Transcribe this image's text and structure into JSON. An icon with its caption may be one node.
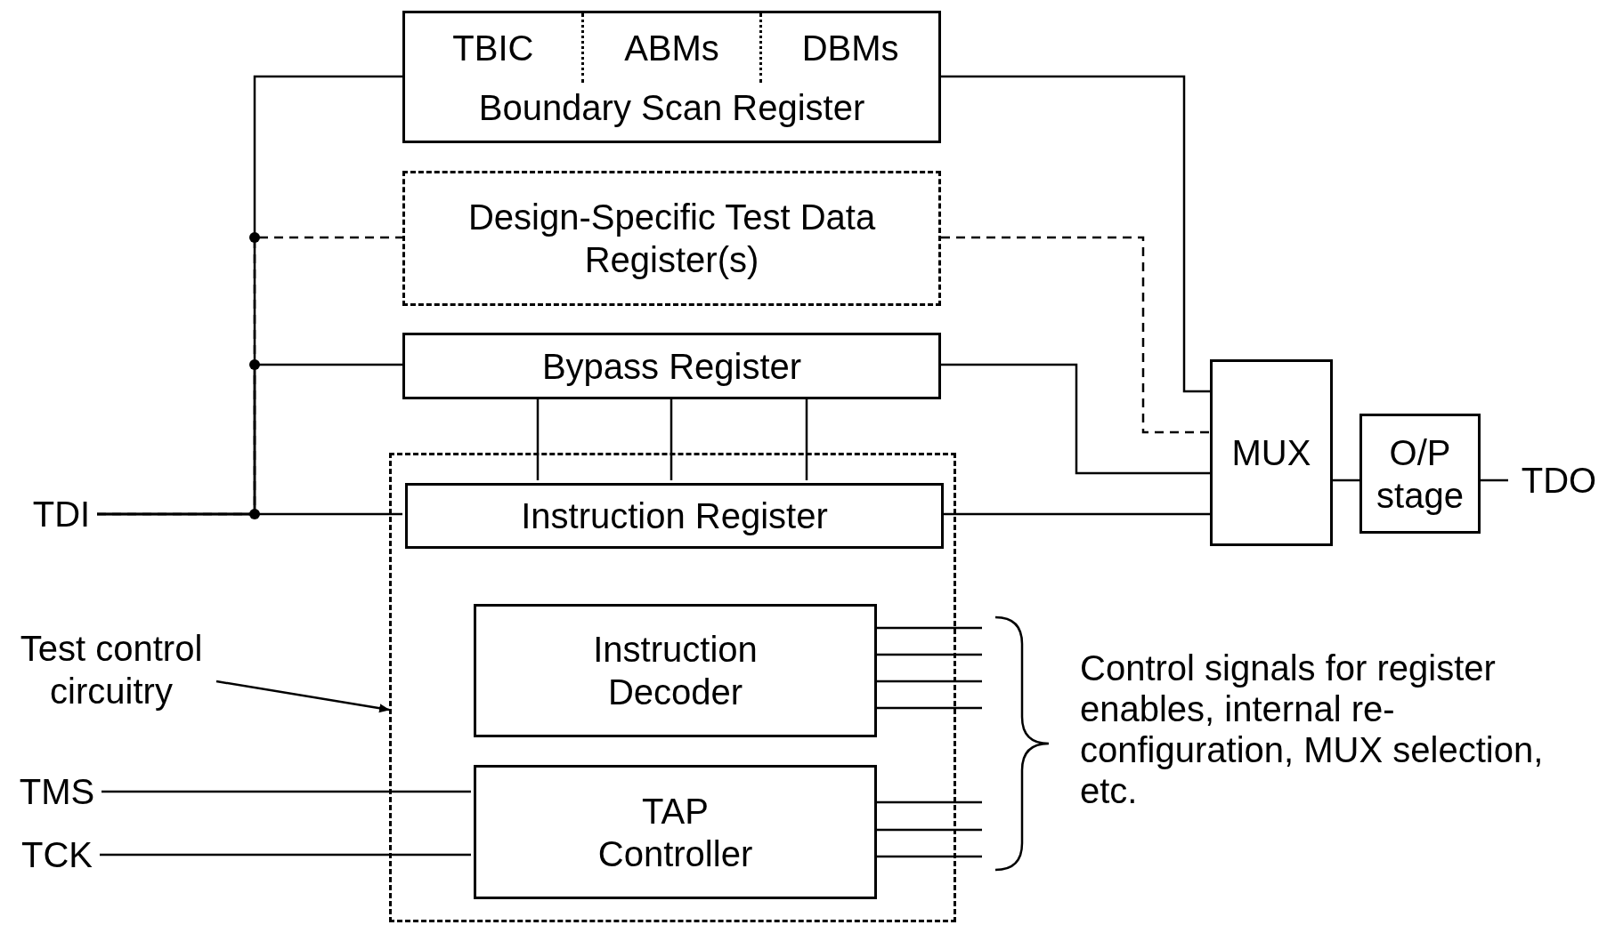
{
  "diagram": {
    "nodes": [
      {
        "text": [
          "TBIC",
          "ABMs",
          "DBMs",
          "Boundary Scan Register"
        ]
      },
      {
        "text": [
          "Design-Specific Test Data Register(s)"
        ]
      },
      {
        "text": [
          "Bypass Register"
        ]
      },
      {
        "text": [],
        "shape": "box"
      },
      {
        "text": [
          "Instruction Register"
        ],
        "in": 3
      },
      {
        "text": [
          "Instruction Decoder"
        ],
        "in": 3
      },
      {
        "text": [
          "TAP Controller"
        ],
        "in": 3
      },
      {
        "text": [
          "MUX"
        ]
      },
      {
        "text": [
          "O/P stage"
        ]
      },
      {
        "text": [
          "TDI"
        ]
      },
      {
        "text": [
          "TMS"
        ]
      },
      {
        "text": [
          "TCK"
        ]
      },
      {
        "text": [
          "TDO"
        ]
      },
      {
        "text": [
          "Test control circuitry"
        ]
      }
    ],
    "edges": [
      {
        "from": 9,
        "to": 0,
        "arrow": "none"
      },
      {
        "from": 9,
        "to": 1,
        "arrow": "none",
        "style": "dashed"
      },
      {
        "from": 9,
        "to": 2,
        "arrow": "none"
      },
      {
        "from": 9,
        "to": 4,
        "arrow": "none"
      },
      {
        "from": 0,
        "to": 7,
        "arrow": "none"
      },
      {
        "from": 1,
        "to": 7,
        "arrow": "none",
        "style": "dashed"
      },
      {
        "from": 2,
        "to": 7,
        "arrow": "none"
      },
      {
        "from": 4,
        "to": 7,
        "arrow": "none"
      },
      {
        "from": 4,
        "to": 2,
        "arrow": "none"
      },
      {
        "from": 4,
        "to": 2,
        "arrow": "none"
      },
      {
        "from": 4,
        "to": 2,
        "arrow": "none"
      },
      {
        "from": 7,
        "to": 8,
        "arrow": "none"
      },
      {
        "from": 8,
        "to": 12,
        "arrow": "none"
      },
      {
        "from": 10,
        "to": 6,
        "arrow": "none"
      },
      {
        "from": 11,
        "to": 6,
        "arrow": "none"
      },
      {
        "from": 13,
        "to": 3,
        "arrow": "to"
      },
      {
        "from": 5,
        "to": null,
        "arrow": "none"
      },
      {
        "from": 5,
        "to": null,
        "arrow": "none"
      },
      {
        "from": 5,
        "to": null,
        "arrow": "none"
      },
      {
        "from": 5,
        "to": null,
        "arrow": "none"
      },
      {
        "from": 6,
        "to": null,
        "arrow": "none"
      },
      {
        "from": 6,
        "to": null,
        "arrow": "none"
      },
      {
        "from": 6,
        "to": null,
        "arrow": "none"
      }
    ],
    "labels": [
      "Control signals for register enables, internal re-configuration, MUX selection, etc."
    ]
  }
}
